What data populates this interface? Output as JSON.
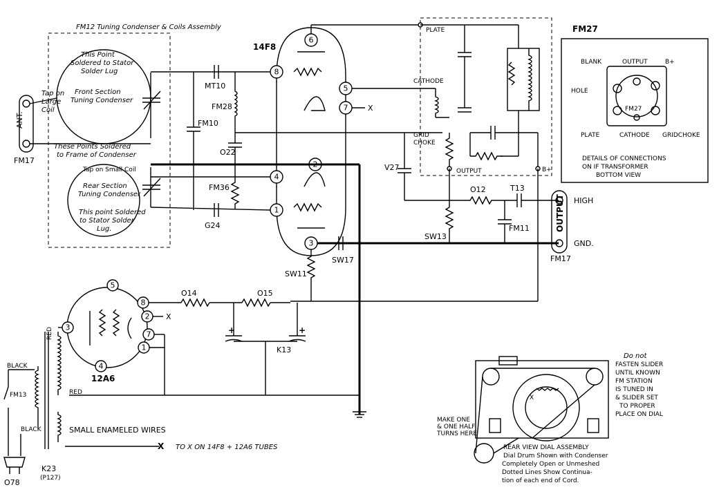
{
  "labels": {
    "fm12_title": "FM12 Tuning Condenser & Coils Assembly",
    "note_stator_top_1": "This Point",
    "note_stator_top_2": "Soldered to Stator",
    "note_stator_top_3": "Solder Lug",
    "front_section_1": "Front Section",
    "front_section_2": "Tuning Condenser",
    "tap_large_1": "Tap on",
    "tap_large_2": "Large",
    "tap_large_3": "Coil",
    "ant": "ANT.",
    "fm17_left": "FM17",
    "frame_note_1": "These Points Soldered",
    "frame_note_2": "to Frame of Condenser",
    "tap_small": "Tap on Small Coil",
    "rear_section_1": "Rear Section",
    "rear_section_2": "Tuning Condenser",
    "stator_bottom_1": "This point Soldered",
    "stator_bottom_2": "to Stator Solder",
    "stator_bottom_3": "Lug.",
    "tube_14f8": "14F8",
    "mt10": "MT10",
    "fm28": "FM28",
    "fm10": "FM10",
    "o22": "O22",
    "fm36": "FM36",
    "g24": "G24",
    "x_7": "X",
    "plate": "PLATE",
    "cathode": "CATHODE",
    "grid_choke_1": "GRID",
    "grid_choke_2": "CHOKE",
    "output_if": "OUTPUT",
    "bplus": "B+",
    "v27": "V27",
    "o12": "O12",
    "t13": "T13",
    "fm11": "FM11",
    "sw13": "SW13",
    "high": "HIGH",
    "gnd": "GND.",
    "output_jack": "OUTPUT",
    "fm17_right": "FM17",
    "sw17": "SW17",
    "sw11": "SW11",
    "o14": "O14",
    "o15": "O15",
    "k13": "K13",
    "tube_12a6": "12A6",
    "x_2": "X",
    "red_1": "RED",
    "red_2": "RED",
    "black_1": "BLACK",
    "black_2": "BLACK",
    "fm13": "FM13",
    "small_wires": "SMALL ENAMELED WIRES",
    "x_bottom": "X",
    "to_x": "TO X ON 14F8 + 12A6 TUBES",
    "k23": "K23",
    "p127": "(P127)",
    "o78": "O78",
    "fm27_title": "FM27",
    "blank": "BLANK",
    "output_fm27": "OUTPUT",
    "bplus_fm27": "B+",
    "hole": "HOLE",
    "fm27_center": "FM27",
    "plate_fm27": "PLATE",
    "cathode_fm27": "CATHODE",
    "gridchoke_fm27": "GRIDCHOKE",
    "details_1": "DETAILS OF CONNECTIONS",
    "details_2": "ON IF TRANSFORMER",
    "details_3": "BOTTOM VIEW",
    "slider_1": "Do not",
    "slider_2": "FASTEN SLIDER",
    "slider_3": "UNTIL KNOWN",
    "slider_4": "FM STATION",
    "slider_5": "IS TUNED IN",
    "slider_6": "& SLIDER SET",
    "slider_7": "TO PROPER",
    "slider_8": "PLACE ON DIAL",
    "turns_1": "MAKE ONE",
    "turns_2": "& ONE HALF",
    "turns_3": "TURNS HERE",
    "dial_1": "REAR VIEW DIAL ASSEMBLY",
    "dial_2": "Dial Drum Shown with Condenser",
    "dial_3": "Completely Open or Unmeshed",
    "dial_4": "Dotted Lines Show Continua-",
    "dial_5": "tion of each end of Cord.",
    "dial_x": "X"
  },
  "pins_14f8": [
    "6",
    "8",
    "5",
    "7",
    "2",
    "4",
    "1",
    "3"
  ],
  "pins_12a6": [
    "5",
    "8",
    "2",
    "3",
    "7",
    "1",
    "4"
  ]
}
